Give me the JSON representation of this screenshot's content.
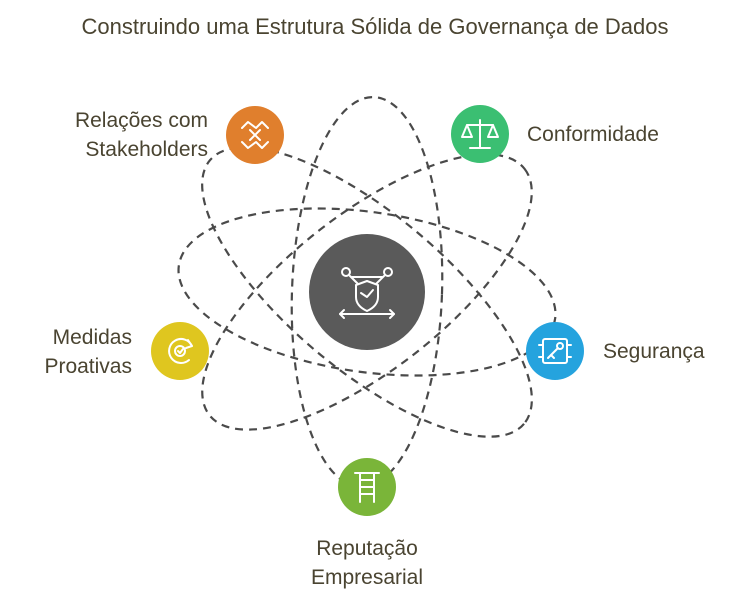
{
  "title": "Construindo uma Estrutura Sólida de Governança de Dados",
  "center": {
    "icon": "shield-network-icon",
    "color": "#5a5a5a"
  },
  "nodes": [
    {
      "key": "relacoes",
      "label": "Relações com\nStakeholders",
      "icon": "handshake-icon",
      "color": "#e07f2d"
    },
    {
      "key": "conformidade",
      "label": "Conformidade",
      "icon": "scale-icon",
      "color": "#3bbf72"
    },
    {
      "key": "seguranca",
      "label": "Segurança",
      "icon": "key-circuit-icon",
      "color": "#25a3de"
    },
    {
      "key": "reputacao",
      "label": "Reputação\nEmpresarial",
      "icon": "ladder-icon",
      "color": "#7ab539"
    },
    {
      "key": "medidas",
      "label": "Medidas\nProativas",
      "icon": "refresh-shield-icon",
      "color": "#dfc61f"
    }
  ]
}
